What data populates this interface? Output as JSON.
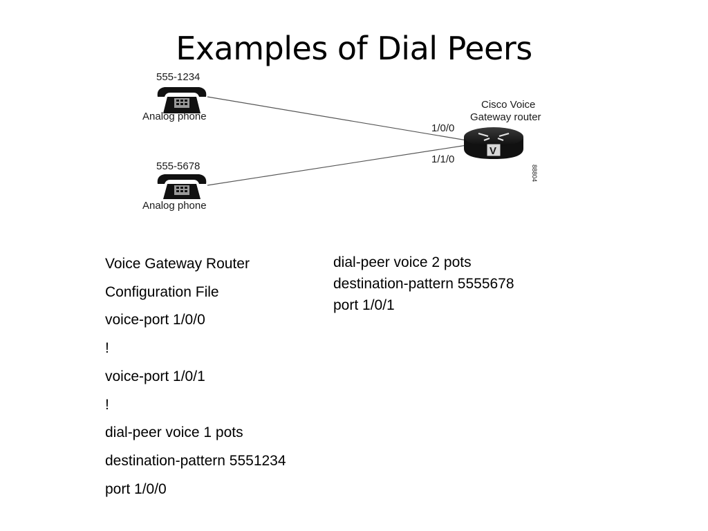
{
  "title": "Examples of Dial Peers",
  "diagram": {
    "phone_top": {
      "number": "555-1234",
      "label": "Analog phone"
    },
    "phone_bottom": {
      "number": "555-5678",
      "label": "Analog phone"
    },
    "router": {
      "label_line1": "Cisco Voice",
      "label_line2": "Gateway router",
      "badge": "V"
    },
    "port_top": "1/0/0",
    "port_bottom": "1/1/0",
    "figure_id": "88804"
  },
  "config_left": [
    "Voice Gateway Router",
    "Configuration File",
    "voice-port 1/0/0",
    "!",
    "voice-port 1/0/1",
    "!",
    "dial-peer voice 1 pots",
    "destination-pattern 5551234",
    "port 1/0/0"
  ],
  "config_right": [
    "dial-peer voice 2 pots",
    "destination-pattern 5555678",
    "port 1/0/1"
  ],
  "colors": {
    "background": "#ffffff",
    "text": "#000000",
    "line": "#555555"
  }
}
